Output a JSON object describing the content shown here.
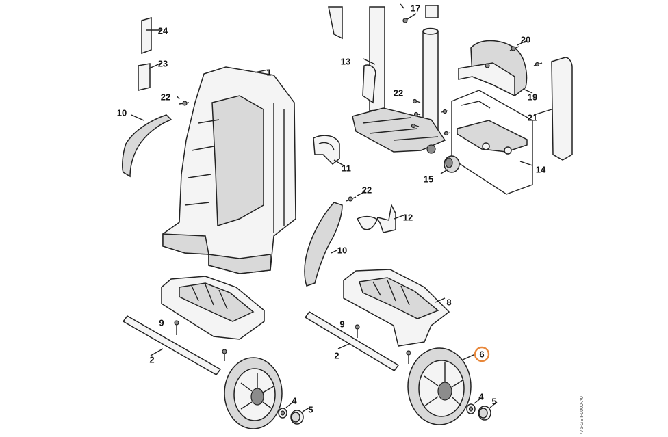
{
  "diagram": {
    "image_code": "776-GET-0000-A0",
    "highlighted_callout": "6",
    "highlight_color": "#e8873a",
    "callouts": [
      "24",
      "23",
      "22",
      "10",
      "1",
      "17",
      "13",
      "22",
      "20",
      "19",
      "21",
      "14",
      "15",
      "11",
      "22",
      "12",
      "10",
      "8",
      "9",
      "9",
      "2",
      "2",
      "6",
      "4",
      "5",
      "4",
      "5"
    ]
  }
}
